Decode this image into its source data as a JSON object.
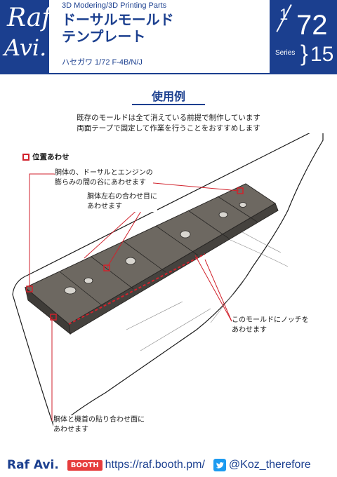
{
  "header": {
    "logo_line1": "Raf",
    "logo_line2": "Avi.",
    "subtitle": "3D Modering/3D Printing Parts",
    "title_line1": "ドーサルモールド",
    "title_line2": "テンプレート",
    "kit": "ハセガワ 1/72 F-4B/N/J",
    "scale_num": "1",
    "scale_den": "72",
    "series_label": "Series",
    "series_brace": "}",
    "series_number": "15"
  },
  "section": {
    "title": "使用例",
    "desc_line1": "既存のモールドは全て消えている前提で制作しています",
    "desc_line2": "両面テープで固定して作業を行うことをおすすめします",
    "position_label": "位置あわせ"
  },
  "annotations": {
    "a1_line1": "胴体の、ドーサルとエンジンの",
    "a1_line2": "膨らみの間の谷にあわせます",
    "a2_line1": "胴体左右の合わせ目に",
    "a2_line2": "あわせます",
    "a3_line1": "このモールドにノッチを",
    "a3_line2": "あわせます",
    "a4_line1": "胴体と機首の貼り合わせ面に",
    "a4_line2": "あわせます"
  },
  "footer": {
    "brand": "Raf Avi.",
    "booth_label": "BOOTH",
    "booth_url": "https://raf.booth.pm/",
    "twitter_handle": "@Koz_therefore"
  },
  "colors": {
    "brand_blue": "#1b3f8f",
    "accent_red": "#d1222c",
    "template_gray": "#5a5650",
    "twitter_blue": "#1d9bf0"
  }
}
